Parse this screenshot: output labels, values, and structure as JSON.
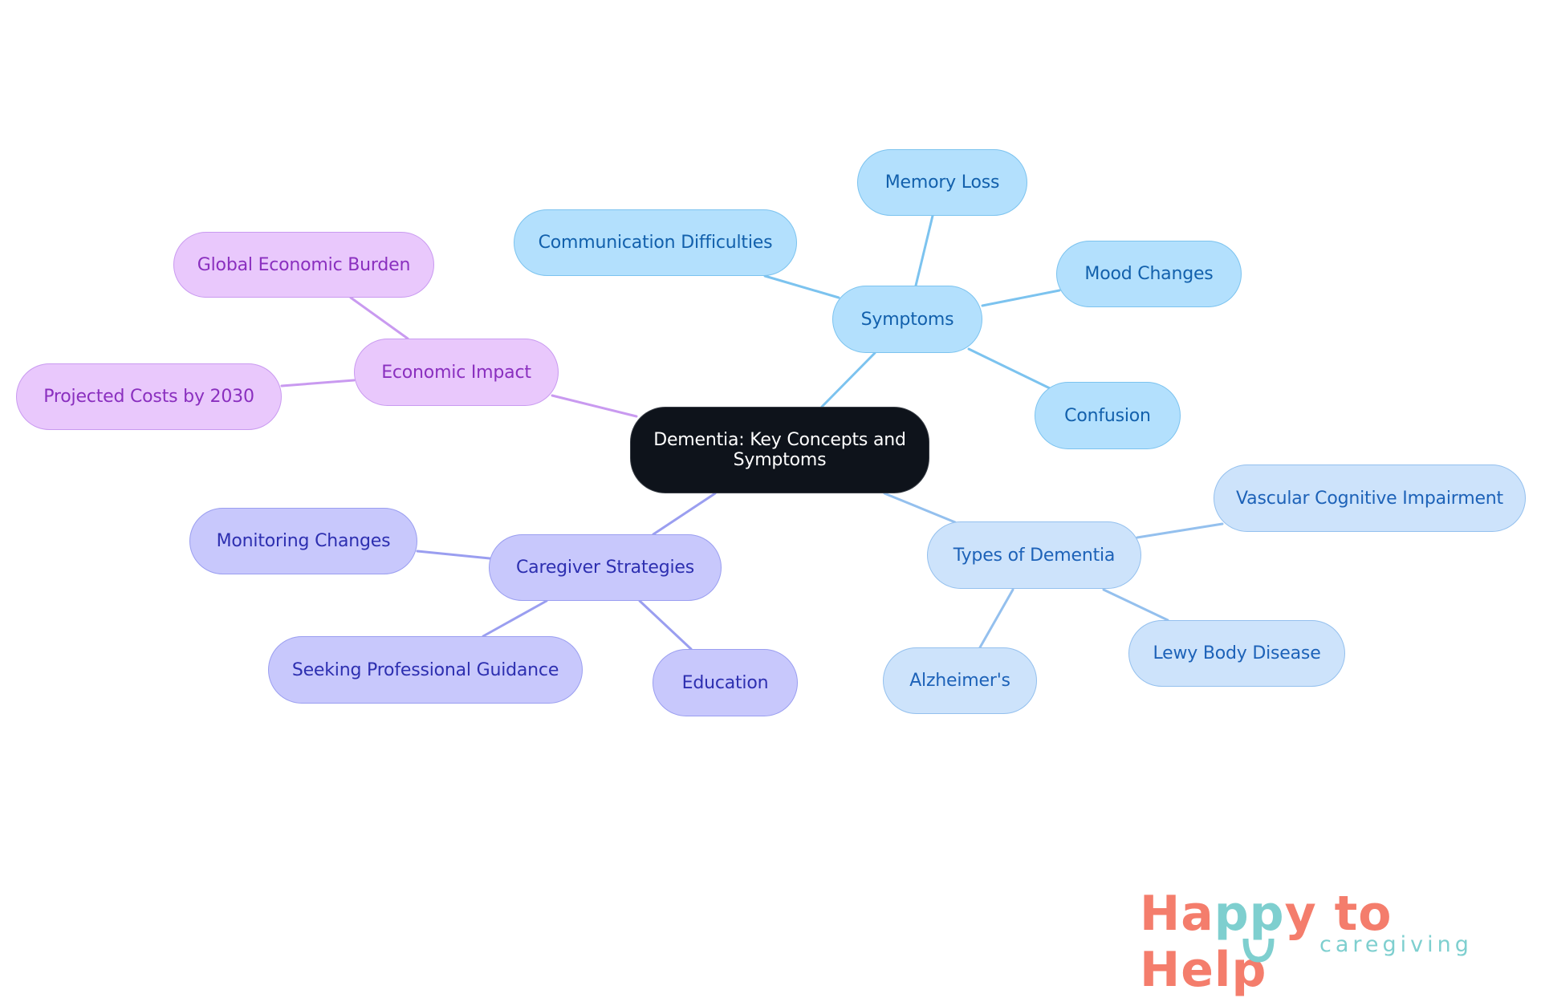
{
  "colors": {
    "background": "#ffffff",
    "root_fill": "#0e131b",
    "symptoms_fill": "#b3e0fd",
    "symptoms_edge": "#7cc3ef",
    "types_fill": "#cde3fb",
    "types_edge": "#94c0ee",
    "caregiver_fill": "#c8c8fc",
    "caregiver_edge": "#9a9ef0",
    "economic_fill": "#e9c8fc",
    "economic_edge": "#c99af0",
    "logo_coral": "#f47d6c",
    "logo_teal": "#7ecfcf"
  },
  "mindmap": {
    "root": {
      "label": "Dementia: Key Concepts and Symptoms"
    },
    "branches": [
      {
        "id": "symptoms",
        "label": "Symptoms",
        "children": [
          {
            "label": "Memory Loss"
          },
          {
            "label": "Communication Difficulties"
          },
          {
            "label": "Mood Changes"
          },
          {
            "label": "Confusion"
          }
        ]
      },
      {
        "id": "types",
        "label": "Types of Dementia",
        "children": [
          {
            "label": "Vascular Cognitive Impairment"
          },
          {
            "label": "Lewy Body Disease"
          },
          {
            "label": "Alzheimer's"
          }
        ]
      },
      {
        "id": "caregiver",
        "label": "Caregiver Strategies",
        "children": [
          {
            "label": "Monitoring Changes"
          },
          {
            "label": "Seeking Professional Guidance"
          },
          {
            "label": "Education"
          }
        ]
      },
      {
        "id": "economic",
        "label": "Economic Impact",
        "children": [
          {
            "label": "Global Economic Burden"
          },
          {
            "label": "Projected Costs by 2030"
          }
        ]
      }
    ]
  },
  "logo": {
    "part1": "Ha",
    "part2": "pp",
    "part3": "y to Help",
    "subtitle": "caregiving",
    "smile_icon": "smile-arc"
  }
}
